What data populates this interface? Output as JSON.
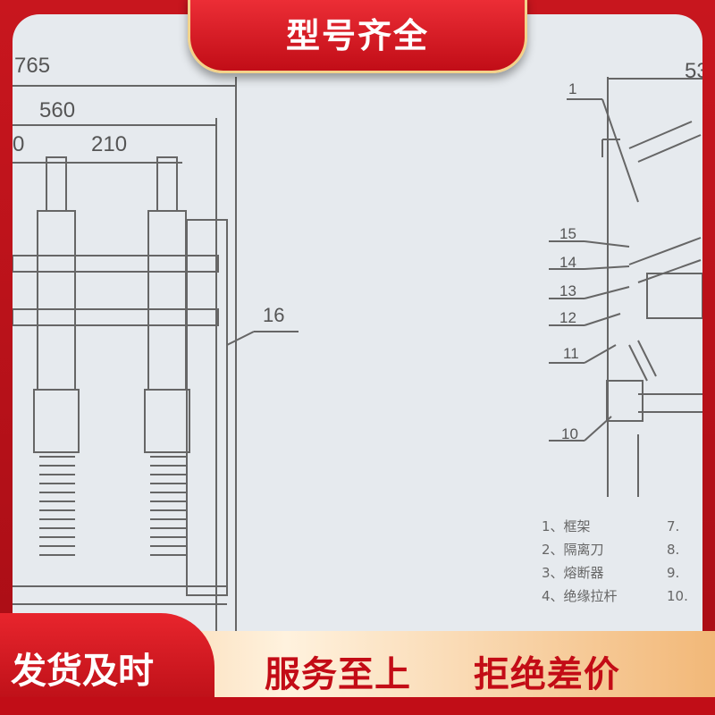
{
  "banner_top": "型号齐全",
  "banner_bottom_left": "发货及时",
  "banner_bottom_right": "服务至上  拒绝差价",
  "diagram": {
    "dimensions": [
      "765",
      "560",
      "0",
      "210",
      "53"
    ],
    "part_callouts": [
      "16",
      "1",
      "15",
      "14",
      "13",
      "12",
      "11",
      "10"
    ],
    "legend": [
      {
        "left": "1、框架",
        "right": "7."
      },
      {
        "left": "2、隔离刀",
        "right": "8."
      },
      {
        "left": "3、熔断器",
        "right": "9."
      },
      {
        "left": "4、绝缘拉杆",
        "right": "10."
      }
    ]
  },
  "colors": {
    "red": "#c10d17",
    "gold": "#f3d28a",
    "panel": "#e6eaee"
  }
}
